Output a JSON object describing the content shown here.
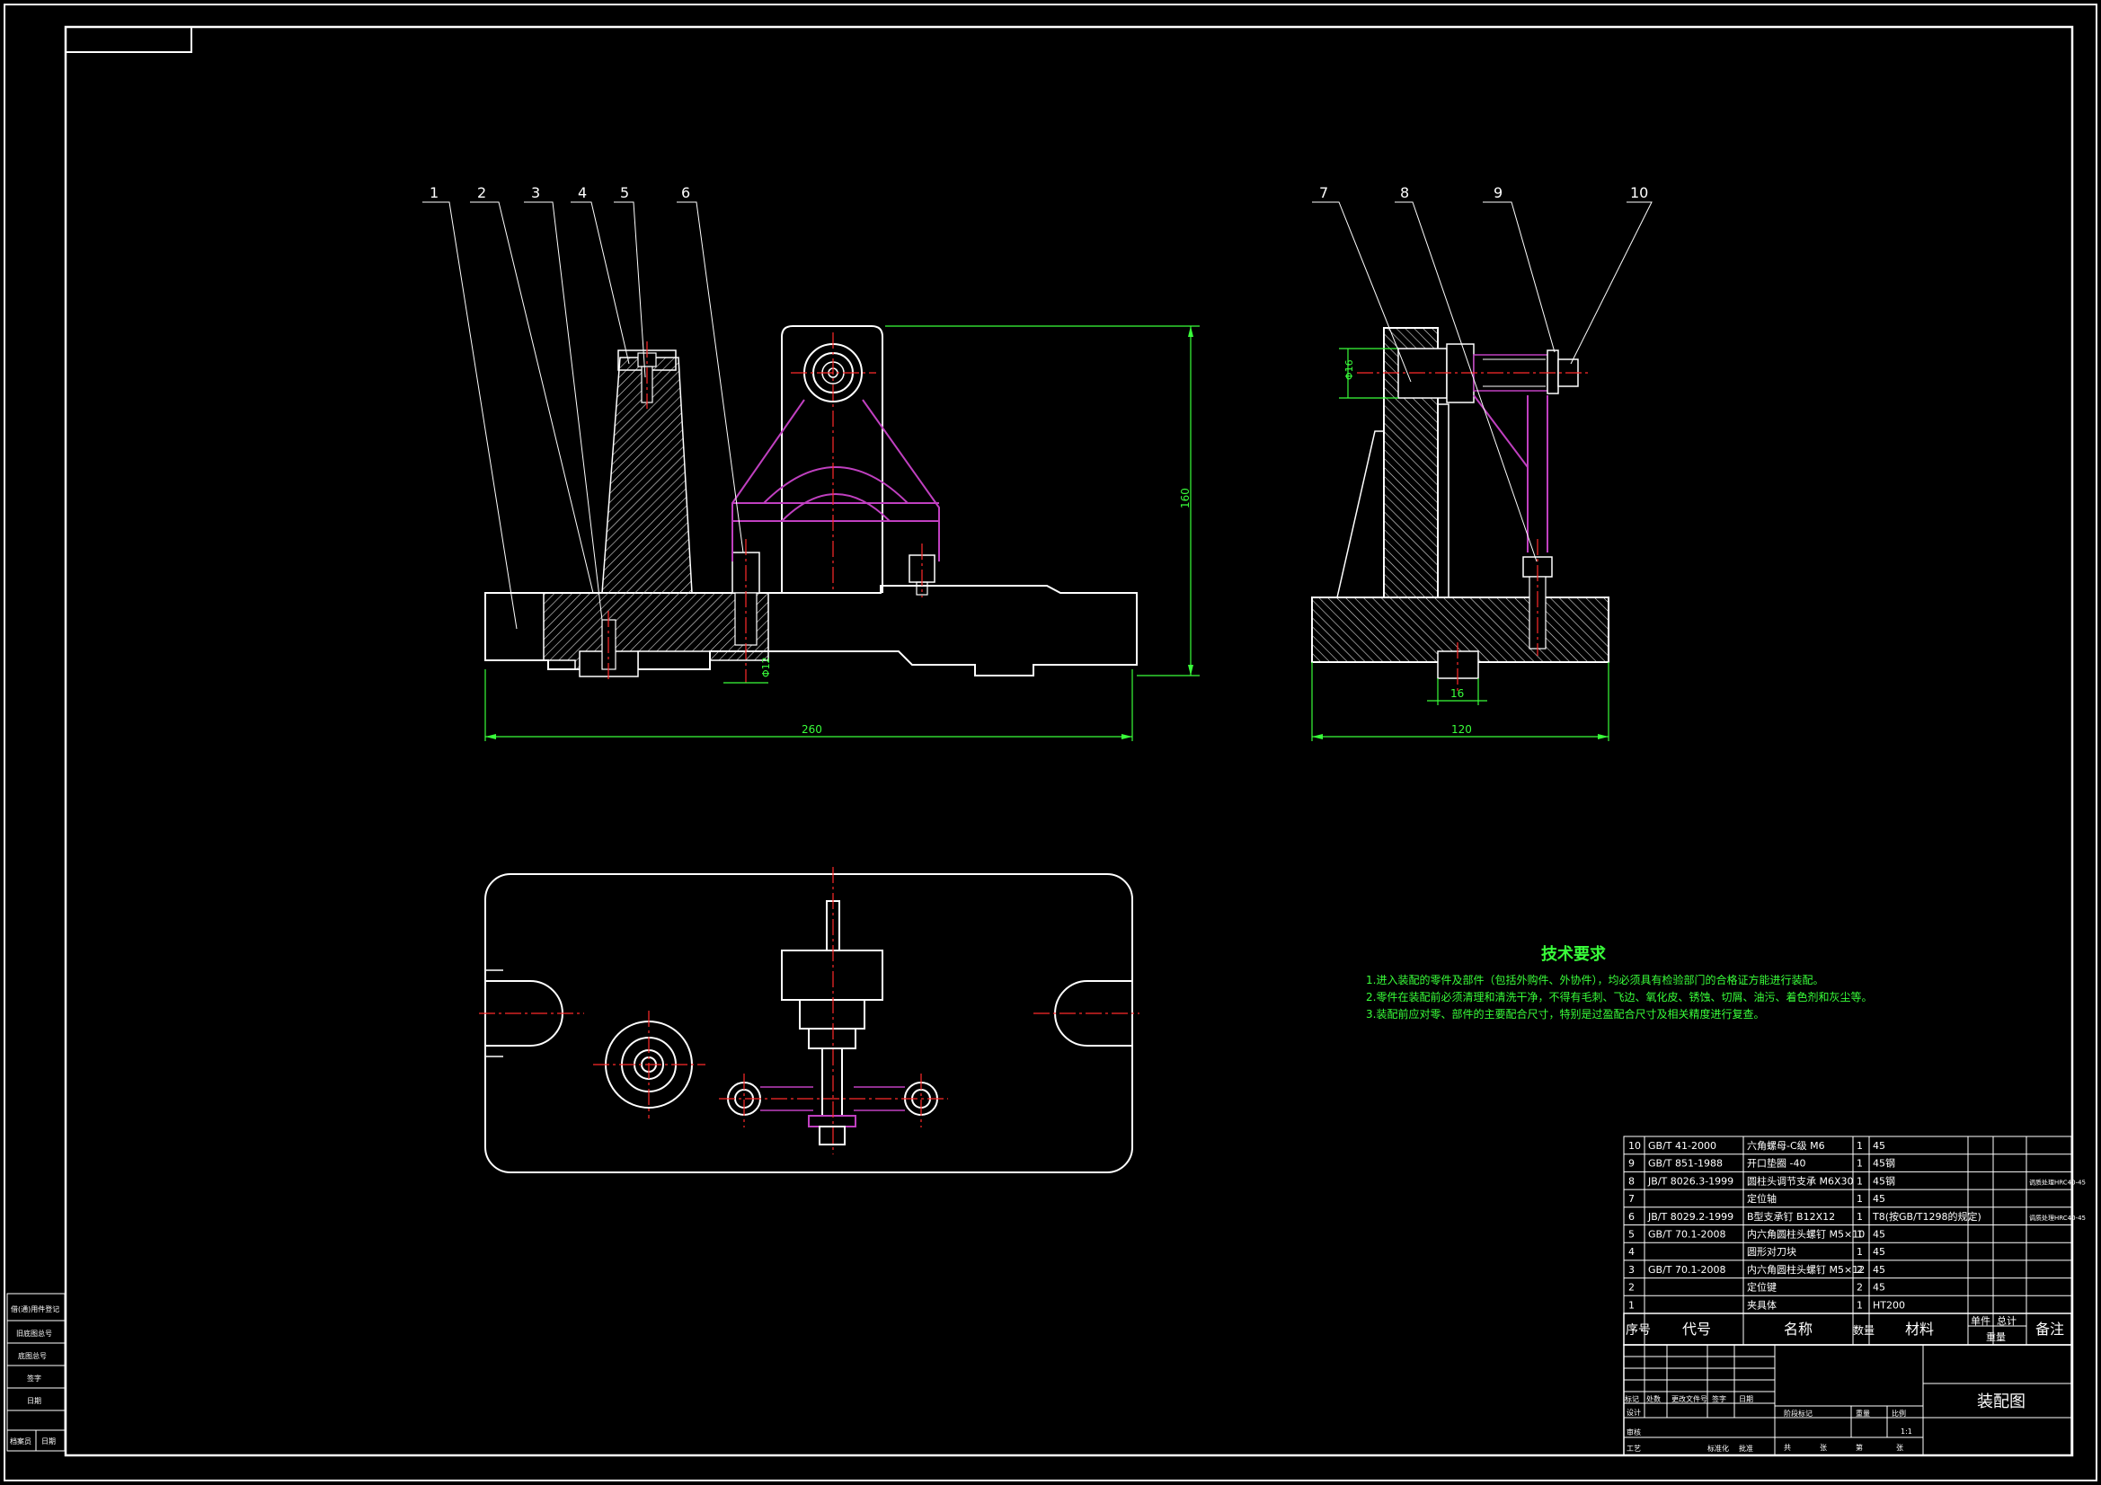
{
  "title_block": {
    "drawing_name": "装配图",
    "scale": "1:1",
    "headers": {
      "seq": "序号",
      "code": "代号",
      "name": "名称",
      "qty": "数量",
      "material": "材料",
      "unit_weight": "单件",
      "total_weight": "总计",
      "weight": "重量",
      "remarks": "备注"
    },
    "sign_row": [
      "标记",
      "处数",
      "更改文件号",
      "签字",
      "日期"
    ],
    "sign_row2": [
      "设计",
      "审核",
      "工艺",
      "标准化",
      "批准"
    ],
    "stage_labels": [
      "阶段标记",
      "重量",
      "比例"
    ],
    "sheet_labels": [
      "共",
      "张",
      "第",
      "张"
    ]
  },
  "parts": [
    {
      "no": "10",
      "code": "GB/T 41-2000",
      "name": "六角螺母-C级 M6",
      "qty": "1",
      "material": "45",
      "remark": ""
    },
    {
      "no": "9",
      "code": "GB/T 851-1988",
      "name": "开口垫圈 -40",
      "qty": "1",
      "material": "45钢",
      "remark": ""
    },
    {
      "no": "8",
      "code": "JB/T 8026.3-1999",
      "name": "圆柱头调节支承 M6X30",
      "qty": "1",
      "material": "45钢",
      "remark": "调质处理HRC40-45"
    },
    {
      "no": "7",
      "code": "",
      "name": "定位轴",
      "qty": "1",
      "material": "45",
      "remark": ""
    },
    {
      "no": "6",
      "code": "JB/T 8029.2-1999",
      "name": "B型支承钉 B12X12",
      "qty": "1",
      "material": "T8(按GB/T1298的规定)",
      "remark": "调质处理HRC40-45"
    },
    {
      "no": "5",
      "code": "GB/T 70.1-2008",
      "name": "内六角圆柱头螺钉 M5×10",
      "qty": "1",
      "material": "45",
      "remark": ""
    },
    {
      "no": "4",
      "code": "",
      "name": "圆形对刀块",
      "qty": "1",
      "material": "45",
      "remark": ""
    },
    {
      "no": "3",
      "code": "GB/T 70.1-2008",
      "name": "内六角圆柱头螺钉 M5×12",
      "qty": "2",
      "material": "45",
      "remark": ""
    },
    {
      "no": "2",
      "code": "",
      "name": "定位键",
      "qty": "2",
      "material": "45",
      "remark": ""
    },
    {
      "no": "1",
      "code": "",
      "name": "夹具体",
      "qty": "1",
      "material": "HT200",
      "remark": ""
    }
  ],
  "tech_requirements": {
    "title": "技术要求",
    "items": [
      "1.进入装配的零件及部件（包括外购件、外协件），均必须具有检验部门的合格证方能进行装配。",
      "2.零件在装配前必须清理和清洗干净，不得有毛刺、飞边、氧化皮、锈蚀、切屑、油污、着色剂和灰尘等。",
      "3.装配前应对零、部件的主要配合尺寸，特别是过盈配合尺寸及相关精度进行复查。"
    ]
  },
  "dimensions": {
    "front_width": "260",
    "front_height": "160",
    "front_small": "Φ12",
    "side_width": "120",
    "side_small": "16",
    "side_hole": "Φ16"
  },
  "balloons": [
    "1",
    "2",
    "3",
    "4",
    "5",
    "6",
    "7",
    "8",
    "9",
    "10"
  ],
  "left_strip": [
    "借(通)用件登记",
    "旧底图总号",
    "底图总号",
    "签字",
    "日期",
    "档案员",
    "日期"
  ],
  "colors": {
    "background": "#000000",
    "line": "#ffffff",
    "hatch": "#ffffff",
    "center": "#ff2a2a",
    "phantom": "#c040c0",
    "dim": "#39ff3a",
    "text_green": "#39ff3a"
  }
}
